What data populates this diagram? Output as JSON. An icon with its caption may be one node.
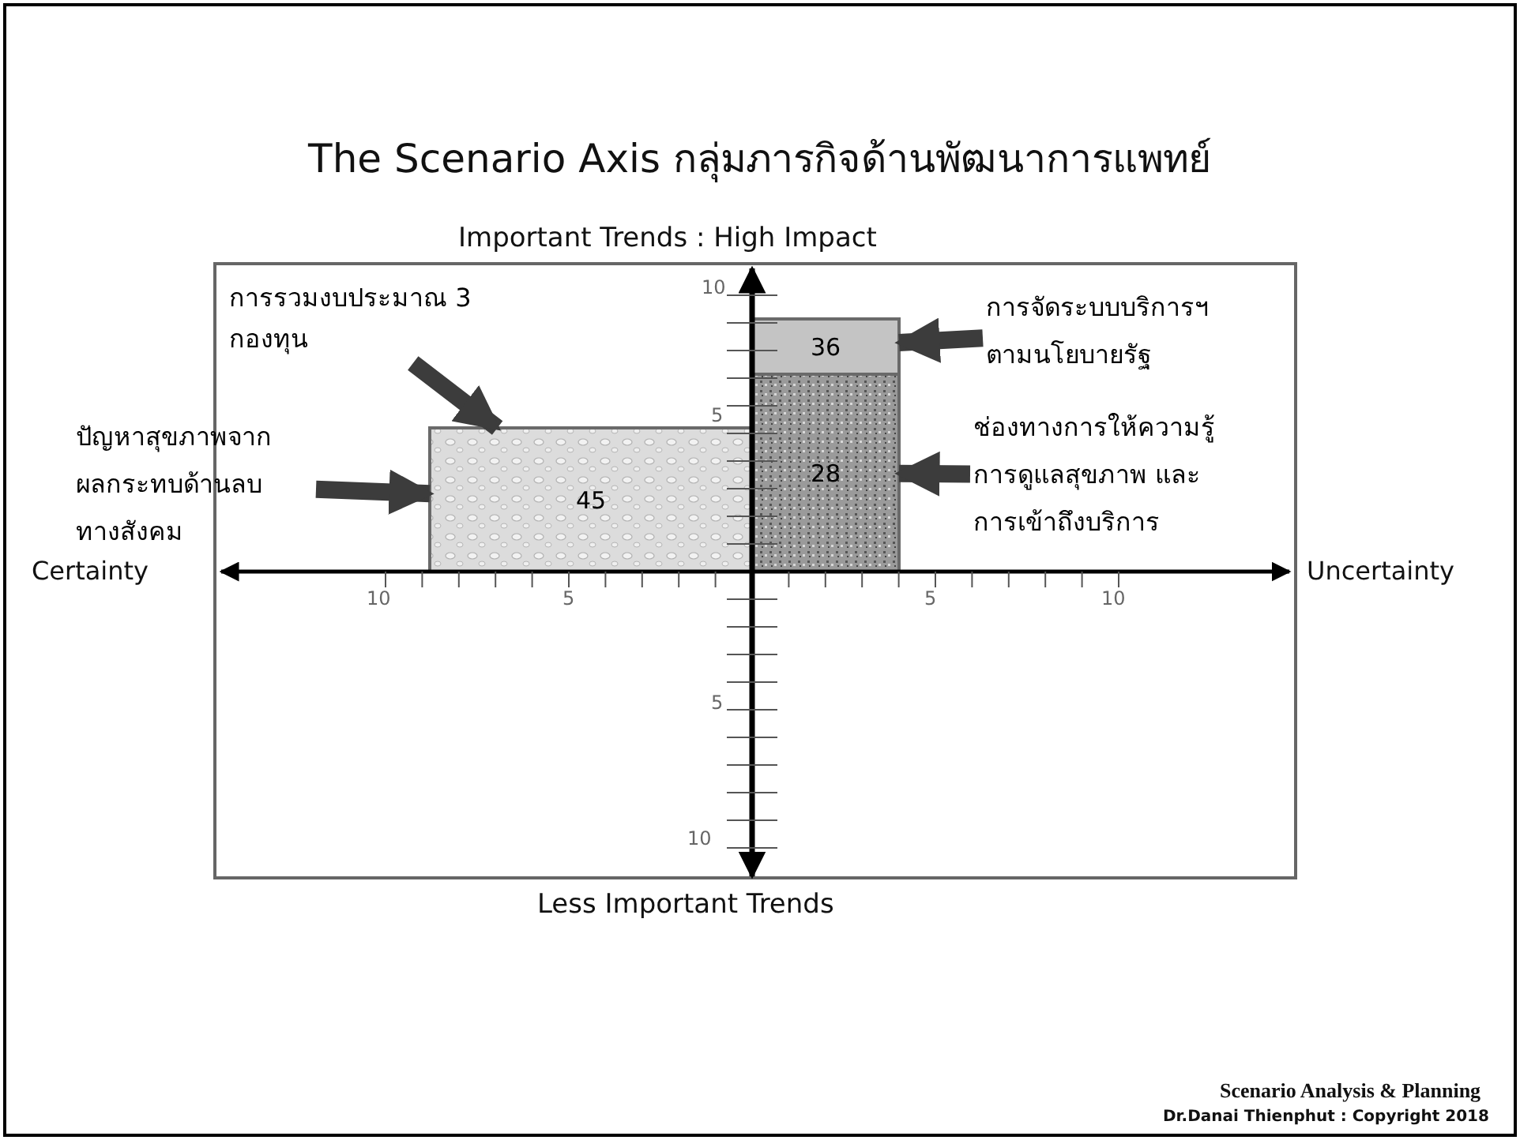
{
  "diagram": {
    "title": "The Scenario Axis กลุ่มภารกิจด้านพัฒนาการแพทย์",
    "nodes": [
      {
        "text": [
          "การรวมงบประมาณ 3 กองทุน"
        ]
      },
      {
        "text": [
          "ปัญหาสุขภาพจาก ผลกระทบด้านลบ ทางสังคม"
        ]
      },
      {
        "text": [
          "45"
        ]
      },
      {
        "text": [
          "36"
        ]
      },
      {
        "text": [
          "28"
        ]
      },
      {
        "text": [
          "การจัดระบบบริการฯ ตามนโยบายรัฐ"
        ]
      },
      {
        "text": [
          "ช่องทางการให้ความรู้ การดูแลสุขภาพ และ การเข้าถึงบริการ"
        ]
      }
    ],
    "edges": [
      {
        "from": 0,
        "to": 2,
        "arrow": "to"
      },
      {
        "from": 1,
        "to": 2,
        "arrow": "to"
      },
      {
        "from": 5,
        "to": 3,
        "arrow": "to"
      },
      {
        "from": 6,
        "to": 4,
        "arrow": "to"
      }
    ],
    "labels": [
      "Important Trends : High Impact",
      "10",
      "5",
      "Certainty",
      "Uncertainty",
      "10",
      "5",
      "5",
      "10",
      "5",
      "10",
      "Less Important Trends",
      "Scenario Analysis & Planning",
      "Dr.Danai Thienphut : Copyright 2018"
    ]
  }
}
